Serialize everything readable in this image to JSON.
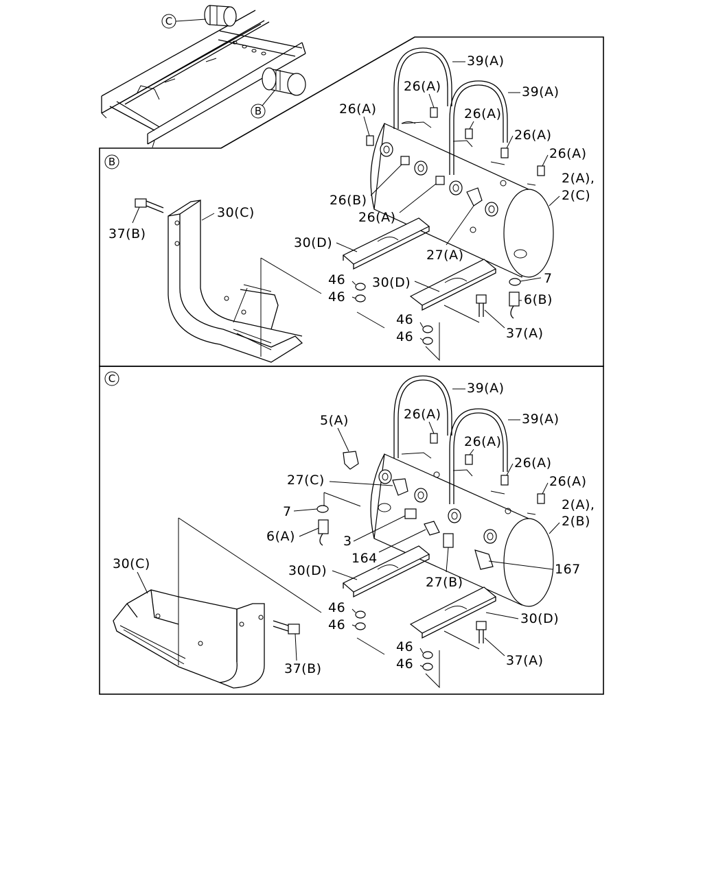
{
  "callouts": {
    "c_top": "C",
    "b_top": "B",
    "b_panel": "B",
    "c_panel": "C"
  },
  "labels_b": {
    "l39a_1": "39(A)",
    "l39a_2": "39(A)",
    "l26a_1": "26(A)",
    "l26a_2": "26(A)",
    "l26a_3": "26(A)",
    "l26a_4": "26(A)",
    "l26a_5": "26(A)",
    "l26a_6": "26(A)",
    "l26b": "26(B)",
    "l2a": "2(A),",
    "l2c": "2(C)",
    "l30c": "30(C)",
    "l37b": "37(B)",
    "l30d_1": "30(D)",
    "l30d_2": "30(D)",
    "l27a": "27(A)",
    "l7": "7",
    "l6b": "6(B)",
    "l46_1": "46",
    "l46_2": "46",
    "l46_3": "46",
    "l46_4": "46",
    "l37a": "37(A)"
  },
  "labels_c": {
    "l39a_1": "39(A)",
    "l39a_2": "39(A)",
    "l26a_1": "26(A)",
    "l26a_2": "26(A)",
    "l26a_3": "26(A)",
    "l26a_4": "26(A)",
    "l5a": "5(A)",
    "l27c": "27(C)",
    "l7": "7",
    "l6a": "6(A)",
    "l3": "3",
    "l164": "164",
    "l2a": "2(A),",
    "l2b": "2(B)",
    "l167": "167",
    "l30c": "30(C)",
    "l30d_1": "30(D)",
    "l30d_2": "30(D)",
    "l27b": "27(B)",
    "l46_1": "46",
    "l46_2": "46",
    "l46_3": "46",
    "l46_4": "46",
    "l37a": "37(A)",
    "l37b": "37(B)"
  }
}
